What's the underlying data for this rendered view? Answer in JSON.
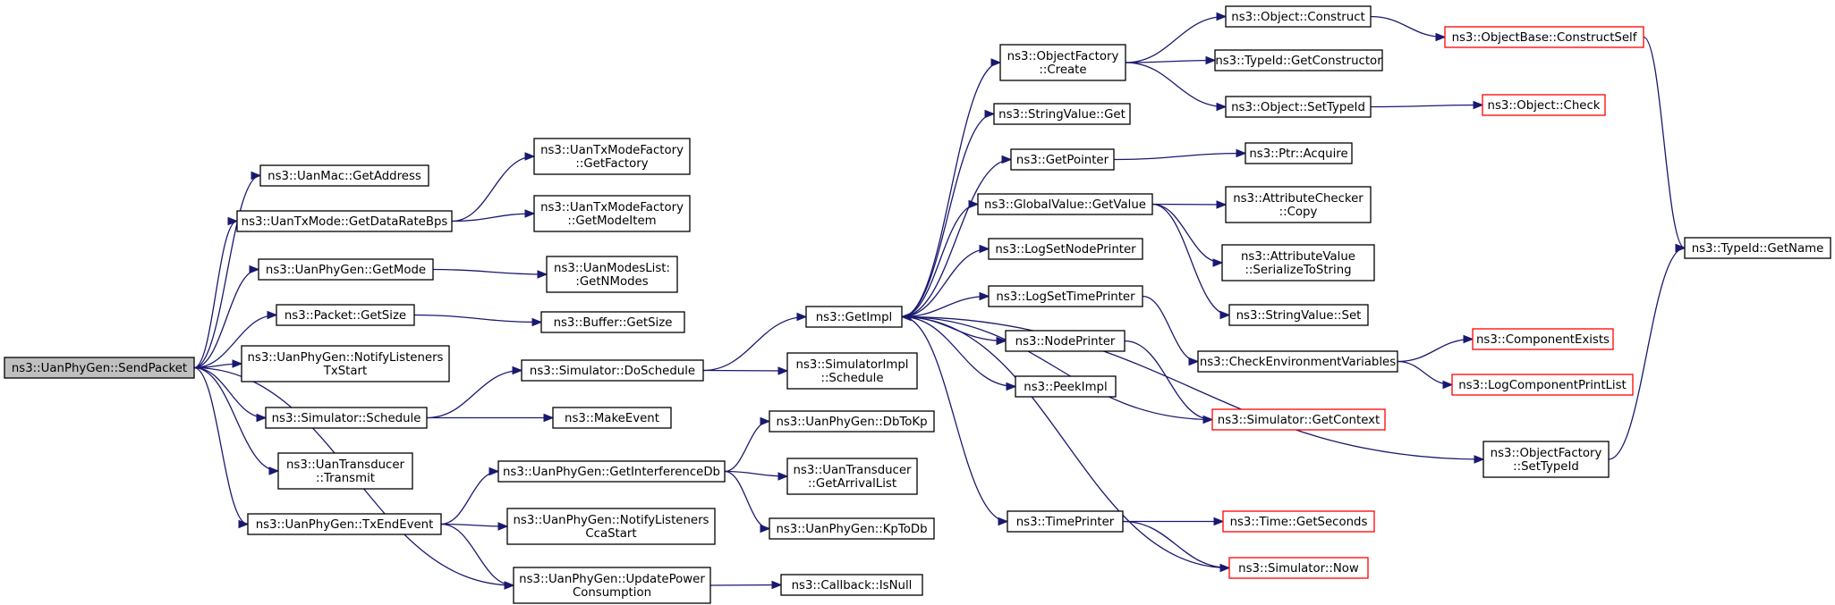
{
  "graph": {
    "title": "",
    "colors": {
      "edge": "#191970",
      "root_fill": "#bfbfbf",
      "node_border": "#000000",
      "incomplete_border": "#ff0000"
    },
    "nodes": [
      {
        "id": "send",
        "lines": [
          "ns3::UanPhyGen::SendPacket"
        ],
        "root": true
      },
      {
        "id": "getaddr",
        "lines": [
          "ns3::UanMac::GetAddress"
        ]
      },
      {
        "id": "getdrb",
        "lines": [
          "ns3::UanTxMode::GetDataRateBps"
        ]
      },
      {
        "id": "getmode",
        "lines": [
          "ns3::UanPhyGen::GetMode"
        ]
      },
      {
        "id": "pktsize",
        "lines": [
          "ns3::Packet::GetSize"
        ]
      },
      {
        "id": "notifytx",
        "lines": [
          "ns3::UanPhyGen::NotifyListeners",
          "TxStart"
        ]
      },
      {
        "id": "simsched",
        "lines": [
          "ns3::Simulator::Schedule"
        ]
      },
      {
        "id": "transmit",
        "lines": [
          "ns3::UanTransducer",
          "::Transmit"
        ]
      },
      {
        "id": "txend",
        "lines": [
          "ns3::UanPhyGen::TxEndEvent"
        ]
      },
      {
        "id": "getfactory",
        "lines": [
          "ns3::UanTxModeFactory",
          "::GetFactory"
        ]
      },
      {
        "id": "getmodeitem",
        "lines": [
          "ns3::UanTxModeFactory",
          "::GetModeItem"
        ]
      },
      {
        "id": "getnmodes",
        "lines": [
          "ns3::UanModesList:",
          ":GetNModes"
        ]
      },
      {
        "id": "bufsize",
        "lines": [
          "ns3::Buffer::GetSize"
        ]
      },
      {
        "id": "dosched",
        "lines": [
          "ns3::Simulator::DoSchedule"
        ]
      },
      {
        "id": "mkevent",
        "lines": [
          "ns3::MakeEvent"
        ]
      },
      {
        "id": "getintf",
        "lines": [
          "ns3::UanPhyGen::GetInterferenceDb"
        ]
      },
      {
        "id": "notifycca",
        "lines": [
          "ns3::UanPhyGen::NotifyListeners",
          "CcaStart"
        ]
      },
      {
        "id": "updpower",
        "lines": [
          "ns3::UanPhyGen::UpdatePower",
          "Consumption"
        ]
      },
      {
        "id": "dbtokp",
        "lines": [
          "ns3::UanPhyGen::DbToKp"
        ]
      },
      {
        "id": "arrlist",
        "lines": [
          "ns3::UanTransducer",
          "::GetArrivalList"
        ]
      },
      {
        "id": "kptodb",
        "lines": [
          "ns3::UanPhyGen::KpToDb"
        ]
      },
      {
        "id": "isnull",
        "lines": [
          "ns3::Callback::IsNull"
        ]
      },
      {
        "id": "getimpl",
        "lines": [
          "ns3::GetImpl"
        ]
      },
      {
        "id": "implsched",
        "lines": [
          "ns3::SimulatorImpl",
          "::Schedule"
        ]
      },
      {
        "id": "ofcreate",
        "lines": [
          "ns3::ObjectFactory",
          "::Create"
        ]
      },
      {
        "id": "svget",
        "lines": [
          "ns3::StringValue::Get"
        ]
      },
      {
        "id": "getptr",
        "lines": [
          "ns3::GetPointer"
        ]
      },
      {
        "id": "gvget",
        "lines": [
          "ns3::GlobalValue::GetValue"
        ]
      },
      {
        "id": "lsnp",
        "lines": [
          "ns3::LogSetNodePrinter"
        ]
      },
      {
        "id": "lstp",
        "lines": [
          "ns3::LogSetTimePrinter"
        ]
      },
      {
        "id": "nodeprinter",
        "lines": [
          "ns3::NodePrinter"
        ]
      },
      {
        "id": "peekimpl",
        "lines": [
          "ns3::PeekImpl"
        ]
      },
      {
        "id": "timeprinter",
        "lines": [
          "ns3::TimePrinter"
        ]
      },
      {
        "id": "objconstruct",
        "lines": [
          "ns3::Object::Construct"
        ]
      },
      {
        "id": "getctor",
        "lines": [
          "ns3::TypeId::GetConstructor"
        ]
      },
      {
        "id": "settypeid",
        "lines": [
          "ns3::Object::SetTypeId"
        ]
      },
      {
        "id": "ptracq",
        "lines": [
          "ns3::Ptr::Acquire"
        ]
      },
      {
        "id": "acopy",
        "lines": [
          "ns3::AttributeChecker",
          "::Copy"
        ]
      },
      {
        "id": "aser",
        "lines": [
          "ns3::AttributeValue",
          "::SerializeToString"
        ]
      },
      {
        "id": "svset",
        "lines": [
          "ns3::StringValue::Set"
        ]
      },
      {
        "id": "checkenv",
        "lines": [
          "ns3::CheckEnvironmentVariables"
        ]
      },
      {
        "id": "getctx",
        "lines": [
          "ns3::Simulator::GetContext"
        ],
        "red": true
      },
      {
        "id": "ofsettid",
        "lines": [
          "ns3::ObjectFactory",
          "::SetTypeId"
        ]
      },
      {
        "id": "getsec",
        "lines": [
          "ns3::Time::GetSeconds"
        ],
        "red": true
      },
      {
        "id": "simnow",
        "lines": [
          "ns3::Simulator::Now"
        ],
        "red": true
      },
      {
        "id": "cself",
        "lines": [
          "ns3::ObjectBase::ConstructSelf"
        ],
        "red": true
      },
      {
        "id": "objcheck",
        "lines": [
          "ns3::Object::Check"
        ],
        "red": true
      },
      {
        "id": "compexists",
        "lines": [
          "ns3::ComponentExists"
        ],
        "red": true
      },
      {
        "id": "logcpl",
        "lines": [
          "ns3::LogComponentPrintList"
        ],
        "red": true
      },
      {
        "id": "tidname",
        "lines": [
          "ns3::TypeId::GetName"
        ]
      }
    ],
    "edges": [
      [
        "send",
        "getaddr"
      ],
      [
        "send",
        "getdrb"
      ],
      [
        "send",
        "getmode"
      ],
      [
        "send",
        "pktsize"
      ],
      [
        "send",
        "notifytx"
      ],
      [
        "send",
        "simsched"
      ],
      [
        "send",
        "transmit"
      ],
      [
        "send",
        "txend"
      ],
      [
        "send",
        "updpower"
      ],
      [
        "getdrb",
        "getfactory"
      ],
      [
        "getdrb",
        "getmodeitem"
      ],
      [
        "getmode",
        "getnmodes"
      ],
      [
        "pktsize",
        "bufsize"
      ],
      [
        "simsched",
        "dosched"
      ],
      [
        "simsched",
        "mkevent"
      ],
      [
        "txend",
        "getintf"
      ],
      [
        "txend",
        "notifycca"
      ],
      [
        "txend",
        "updpower"
      ],
      [
        "getintf",
        "dbtokp"
      ],
      [
        "getintf",
        "arrlist"
      ],
      [
        "getintf",
        "kptodb"
      ],
      [
        "updpower",
        "isnull"
      ],
      [
        "dosched",
        "getimpl"
      ],
      [
        "dosched",
        "implsched"
      ],
      [
        "getimpl",
        "ofcreate"
      ],
      [
        "getimpl",
        "svget"
      ],
      [
        "getimpl",
        "getptr"
      ],
      [
        "getimpl",
        "gvget"
      ],
      [
        "getimpl",
        "lsnp"
      ],
      [
        "getimpl",
        "lstp"
      ],
      [
        "getimpl",
        "nodeprinter"
      ],
      [
        "getimpl",
        "peekimpl"
      ],
      [
        "getimpl",
        "timeprinter"
      ],
      [
        "getimpl",
        "ofsettid"
      ],
      [
        "ofcreate",
        "objconstruct"
      ],
      [
        "ofcreate",
        "getctor"
      ],
      [
        "ofcreate",
        "settypeid"
      ],
      [
        "objconstruct",
        "cself"
      ],
      [
        "settypeid",
        "objcheck"
      ],
      [
        "getptr",
        "ptracq"
      ],
      [
        "gvget",
        "acopy"
      ],
      [
        "gvget",
        "aser"
      ],
      [
        "gvget",
        "svset"
      ],
      [
        "lstp",
        "checkenv"
      ],
      [
        "nodeprinter",
        "getctx"
      ],
      [
        "checkenv",
        "compexists"
      ],
      [
        "checkenv",
        "logcpl"
      ],
      [
        "getctx",
        "getimpl"
      ],
      [
        "timeprinter",
        "getsec"
      ],
      [
        "timeprinter",
        "simnow"
      ],
      [
        "simnow",
        "getimpl"
      ],
      [
        "cself",
        "tidname"
      ],
      [
        "ofsettid",
        "tidname"
      ]
    ]
  }
}
